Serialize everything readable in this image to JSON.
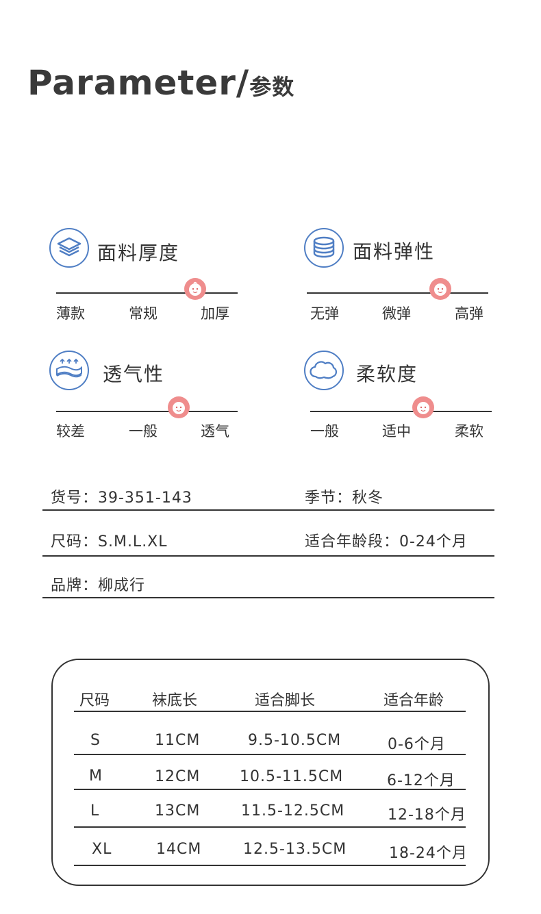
{
  "title": {
    "main": "Parameter/",
    "cn": "参数"
  },
  "params": [
    {
      "name": "面料厚度",
      "icon": "layers-icon",
      "levels": [
        "薄款",
        "常规",
        "加厚"
      ],
      "selected_level": "加厚"
    },
    {
      "name": "面料弹性",
      "icon": "coil-icon",
      "levels": [
        "无弹",
        "微弹",
        "高弹"
      ],
      "selected_level": "高弹"
    },
    {
      "name": "透气性",
      "icon": "breathable-fabric-icon",
      "levels": [
        "较差",
        "一般",
        "透气"
      ],
      "selected_level": "透气"
    },
    {
      "name": "柔软度",
      "icon": "cloud-icon",
      "levels": [
        "一般",
        "适中",
        "柔软"
      ],
      "selected_level": "适中"
    }
  ],
  "info": {
    "item_no": "货号：39-351-143",
    "season": "季节：秋冬",
    "sizes": "尺码：S.M.L.XL",
    "age_range": "适合年龄段：0-24个月",
    "brand": "品牌：柳成行"
  },
  "size_table": {
    "headers": [
      "尺码",
      "袜底长",
      "适合脚长",
      "适合年龄"
    ],
    "rows": [
      [
        "S",
        "11CM",
        "9.5-10.5CM",
        "0-6个月"
      ],
      [
        "M",
        "12CM",
        "10.5-11.5CM",
        "6-12个月"
      ],
      [
        "L",
        "13CM",
        "11.5-12.5CM",
        "12-18个月"
      ],
      [
        "XL",
        "14CM",
        "12.5-13.5CM",
        "18-24个月"
      ]
    ]
  },
  "colors": {
    "icon_blue": "#4f7ec4",
    "marker_pink": "#ef8d8d",
    "text": "#333333"
  }
}
